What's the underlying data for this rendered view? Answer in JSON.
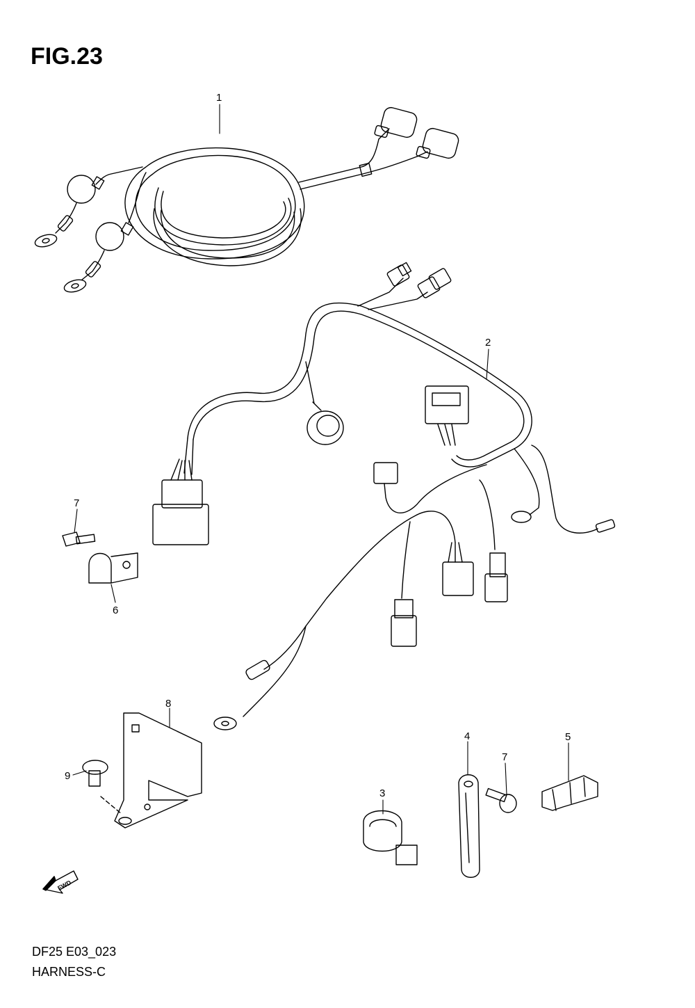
{
  "figure": {
    "title": "FIG.23",
    "code": "DF25 E03_023",
    "name": "HARNESS-C"
  },
  "callouts": {
    "c1": "1",
    "c2": "2",
    "c3": "3",
    "c4": "4",
    "c5": "5",
    "c6": "6",
    "c7a": "7",
    "c7b": "7",
    "c8": "8",
    "c9": "9"
  },
  "fwd_label": "FWD"
}
